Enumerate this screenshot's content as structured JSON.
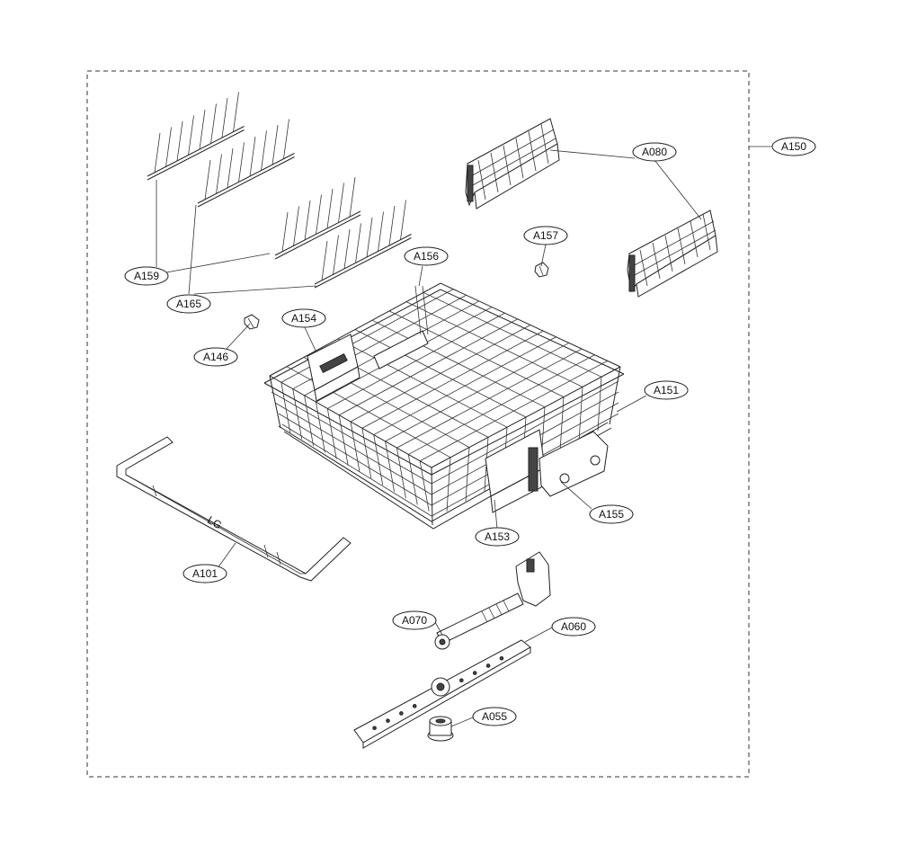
{
  "callouts": [
    {
      "id": "A150",
      "label": "A150"
    },
    {
      "id": "A080",
      "label": "A080"
    },
    {
      "id": "A157",
      "label": "A157"
    },
    {
      "id": "A156",
      "label": "A156"
    },
    {
      "id": "A159",
      "label": "A159"
    },
    {
      "id": "A165",
      "label": "A165"
    },
    {
      "id": "A154",
      "label": "A154"
    },
    {
      "id": "A146",
      "label": "A146"
    },
    {
      "id": "A151",
      "label": "A151"
    },
    {
      "id": "A155",
      "label": "A155"
    },
    {
      "id": "A153",
      "label": "A153"
    },
    {
      "id": "A101",
      "label": "A101"
    },
    {
      "id": "A070",
      "label": "A070"
    },
    {
      "id": "A060",
      "label": "A060"
    },
    {
      "id": "A055",
      "label": "A055"
    }
  ],
  "logo": "LG"
}
